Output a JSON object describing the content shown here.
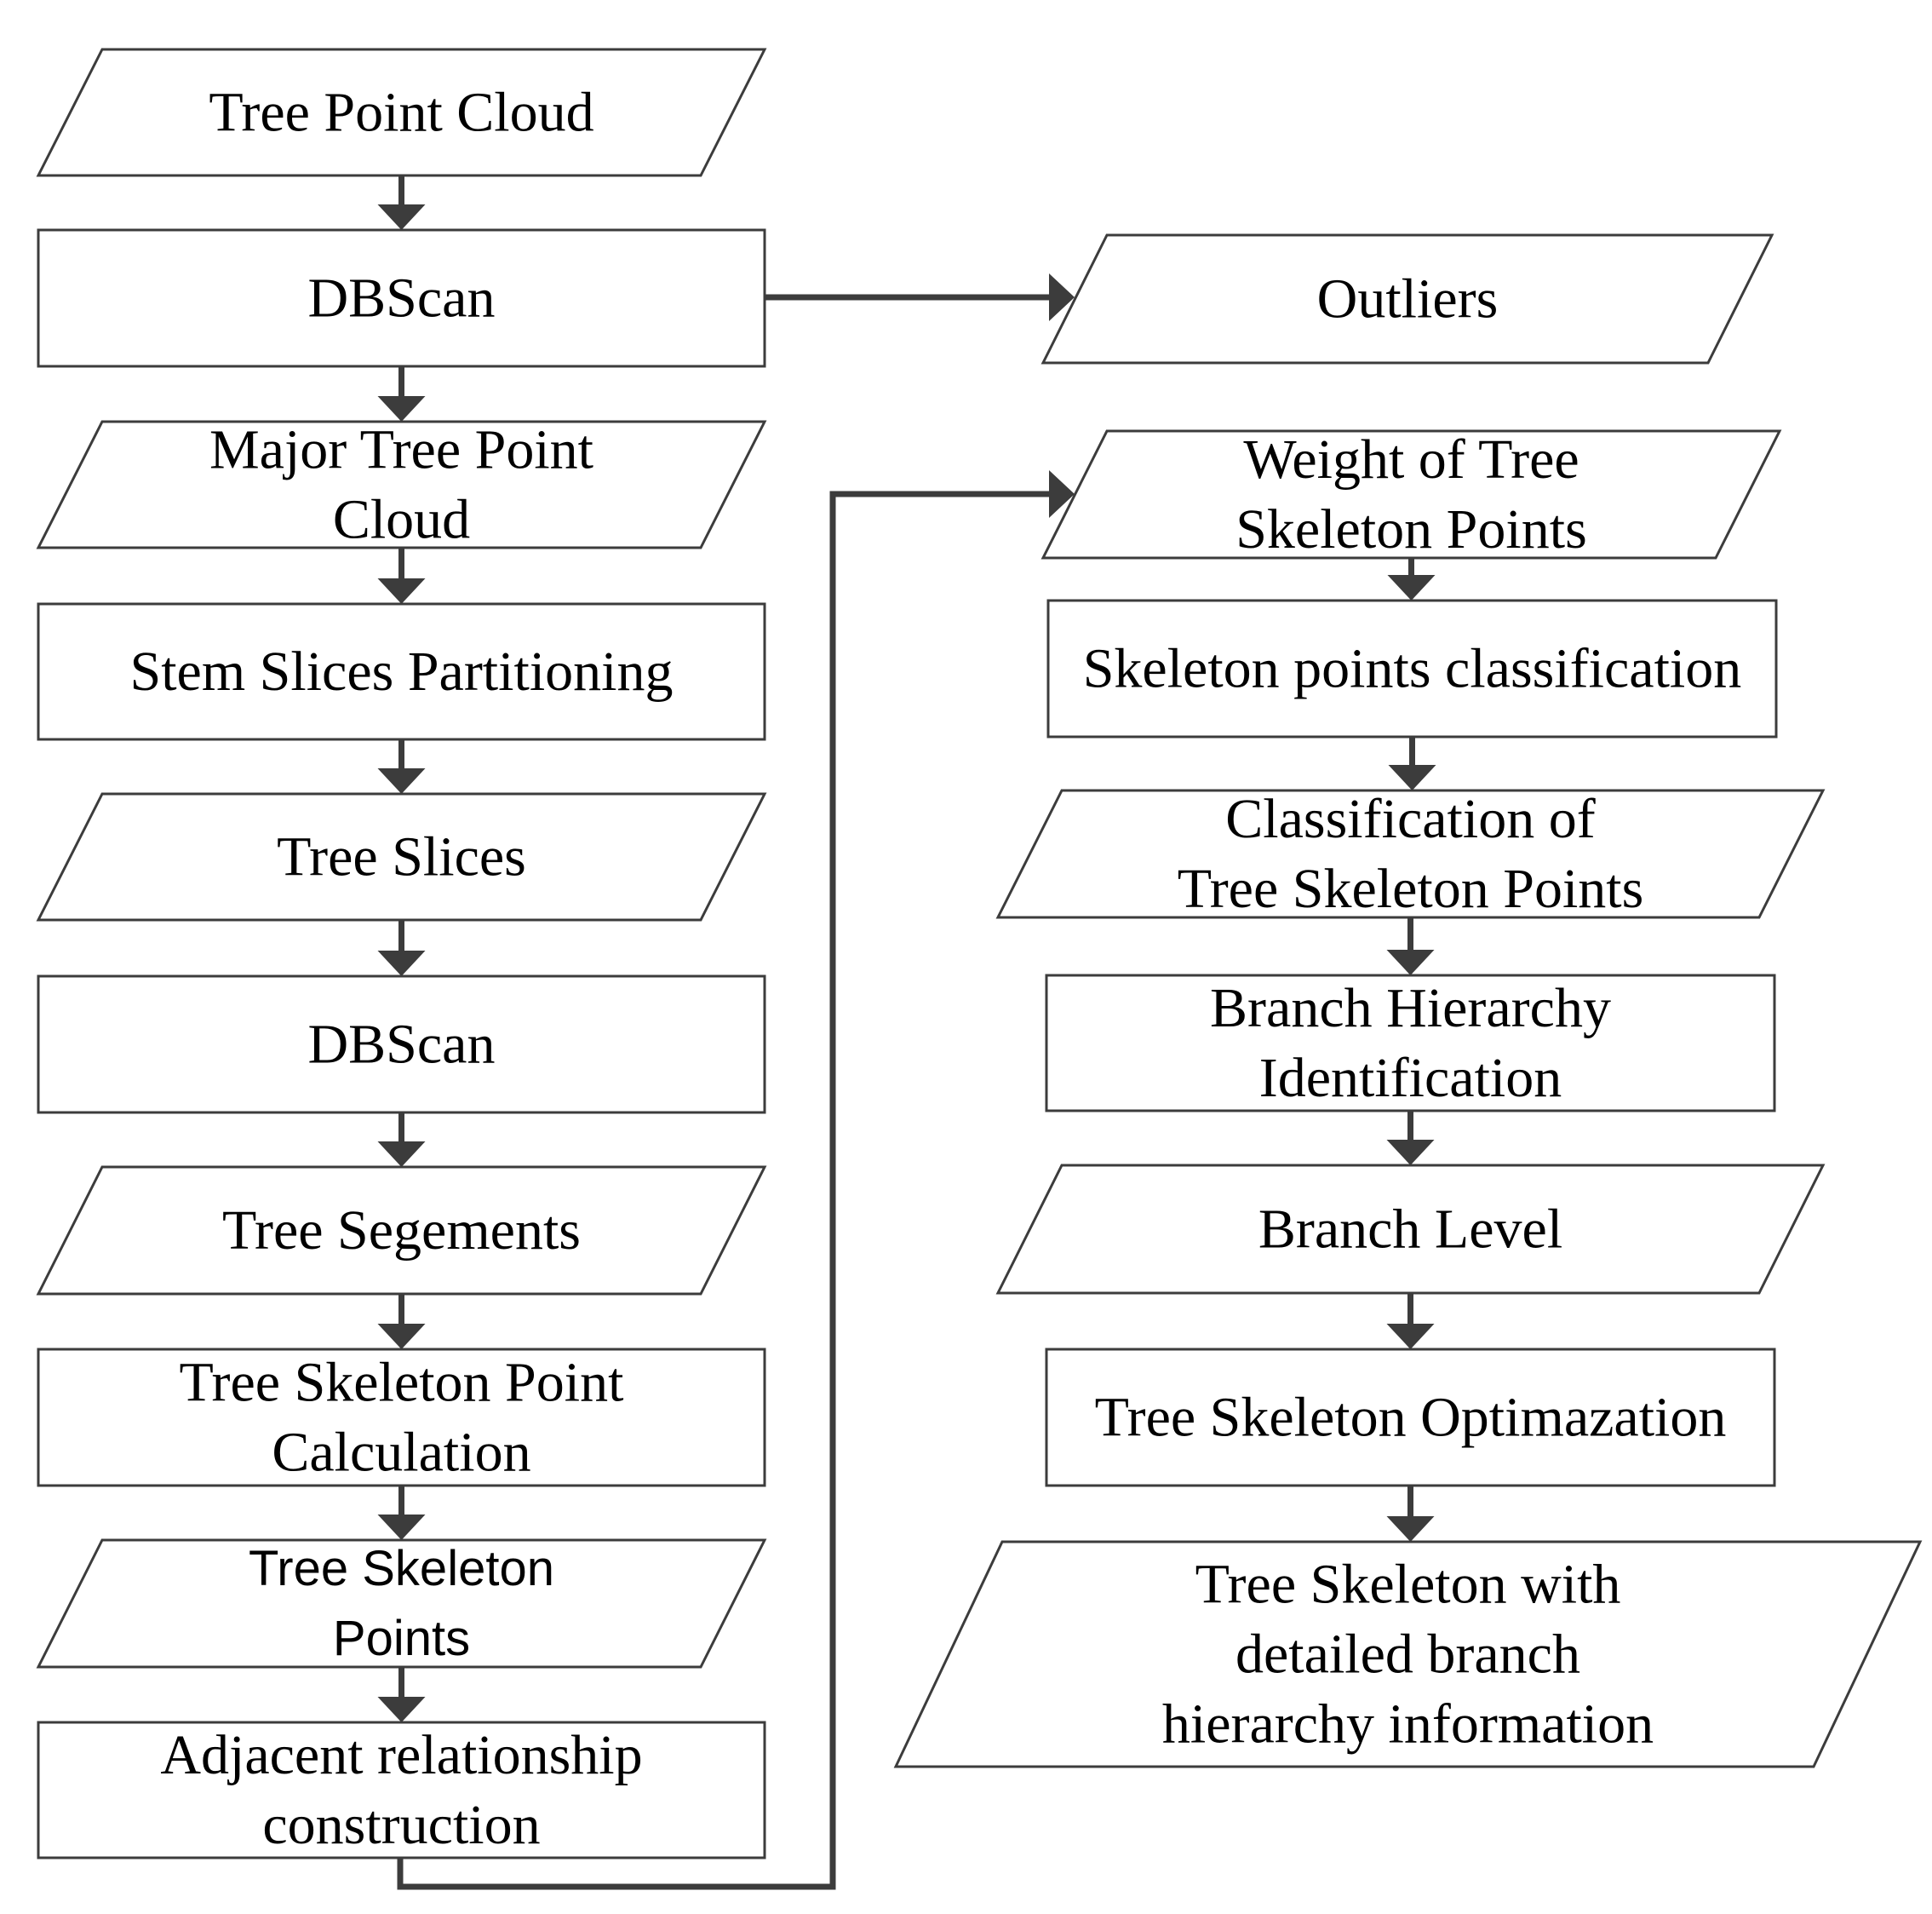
{
  "diagram": {
    "colors": {
      "stroke": "#3c3c3c",
      "fill": "#ffffff",
      "text": "#000000"
    },
    "nodes": [
      {
        "id": "tree-point-cloud",
        "shape": "parallelogram",
        "lines": [
          "Tree Point Cloud"
        ]
      },
      {
        "id": "dbscan-1",
        "shape": "rectangle",
        "lines": [
          "DBScan"
        ]
      },
      {
        "id": "outliers",
        "shape": "parallelogram",
        "lines": [
          "Outliers"
        ]
      },
      {
        "id": "major-tree-point-cloud",
        "shape": "parallelogram",
        "lines": [
          "Major Tree Point",
          "Cloud"
        ]
      },
      {
        "id": "stem-slices-partitioning",
        "shape": "rectangle",
        "lines": [
          "Stem Slices Partitioning"
        ]
      },
      {
        "id": "tree-slices",
        "shape": "parallelogram",
        "lines": [
          "Tree Slices"
        ]
      },
      {
        "id": "dbscan-2",
        "shape": "rectangle",
        "lines": [
          "DBScan"
        ]
      },
      {
        "id": "tree-segements",
        "shape": "parallelogram",
        "lines": [
          "Tree Segements"
        ]
      },
      {
        "id": "tree-skeleton-point-calculation",
        "shape": "rectangle",
        "lines": [
          "Tree Skeleton Point",
          "Calculation"
        ]
      },
      {
        "id": "tree-skeleton-points",
        "shape": "parallelogram",
        "lines": [
          "Tree Skeleton",
          "Points"
        ]
      },
      {
        "id": "adjacent-relationship-construction",
        "shape": "rectangle",
        "lines": [
          "Adjacent relationship",
          "construction"
        ]
      },
      {
        "id": "weight-of-tree-skeleton-points",
        "shape": "parallelogram",
        "lines": [
          "Weight of Tree",
          "Skeleton Points"
        ]
      },
      {
        "id": "skeleton-points-classification",
        "shape": "rectangle",
        "lines": [
          "Skeleton points classification"
        ]
      },
      {
        "id": "classification-of-tree-skeleton-points",
        "shape": "parallelogram",
        "lines": [
          "Classification of",
          "Tree Skeleton Points"
        ]
      },
      {
        "id": "branch-hierarchy-identification",
        "shape": "rectangle",
        "lines": [
          "Branch Hierarchy",
          "Identification"
        ]
      },
      {
        "id": "branch-level",
        "shape": "parallelogram",
        "lines": [
          "Branch Level"
        ]
      },
      {
        "id": "tree-skeleton-optimazation",
        "shape": "rectangle",
        "lines": [
          "Tree Skeleton Optimazation"
        ]
      },
      {
        "id": "tree-skeleton-with-detailed-branch-hierarchy-information",
        "shape": "parallelogram",
        "lines": [
          "Tree Skeleton with",
          "detailed branch",
          "hierarchy information"
        ]
      }
    ],
    "edges": [
      {
        "from": "tree-point-cloud",
        "to": "dbscan-1"
      },
      {
        "from": "dbscan-1",
        "to": "outliers"
      },
      {
        "from": "dbscan-1",
        "to": "major-tree-point-cloud"
      },
      {
        "from": "major-tree-point-cloud",
        "to": "stem-slices-partitioning"
      },
      {
        "from": "stem-slices-partitioning",
        "to": "tree-slices"
      },
      {
        "from": "tree-slices",
        "to": "dbscan-2"
      },
      {
        "from": "dbscan-2",
        "to": "tree-segements"
      },
      {
        "from": "tree-segements",
        "to": "tree-skeleton-point-calculation"
      },
      {
        "from": "tree-skeleton-point-calculation",
        "to": "tree-skeleton-points"
      },
      {
        "from": "tree-skeleton-points",
        "to": "adjacent-relationship-construction"
      },
      {
        "from": "adjacent-relationship-construction",
        "to": "weight-of-tree-skeleton-points"
      },
      {
        "from": "weight-of-tree-skeleton-points",
        "to": "skeleton-points-classification"
      },
      {
        "from": "skeleton-points-classification",
        "to": "classification-of-tree-skeleton-points"
      },
      {
        "from": "classification-of-tree-skeleton-points",
        "to": "branch-hierarchy-identification"
      },
      {
        "from": "branch-hierarchy-identification",
        "to": "branch-level"
      },
      {
        "from": "branch-level",
        "to": "tree-skeleton-optimazation"
      },
      {
        "from": "tree-skeleton-optimazation",
        "to": "tree-skeleton-with-detailed-branch-hierarchy-information"
      }
    ]
  }
}
